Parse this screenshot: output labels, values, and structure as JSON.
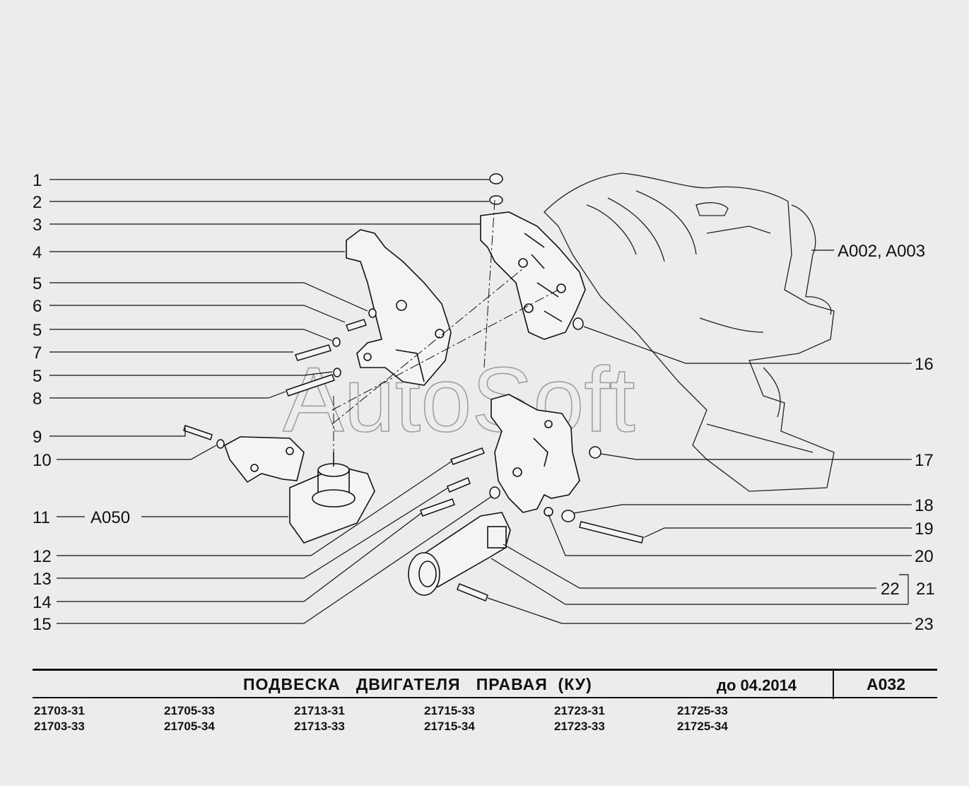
{
  "callouts_left": [
    "1",
    "2",
    "3",
    "4",
    "5",
    "6",
    "5",
    "7",
    "5",
    "8",
    "9",
    "10",
    "11",
    "12",
    "13",
    "14",
    "15"
  ],
  "callouts_right": [
    "16",
    "17",
    "18",
    "19",
    "20",
    "22",
    "21",
    "23"
  ],
  "refs": {
    "engine": "A002, A003",
    "mount_ref": "A050"
  },
  "watermark": "AutoSoft",
  "title": {
    "name": "ПОДВЕСКА   ДВИГАТЕЛЯ   ПРАВАЯ  (КУ)",
    "date": "до 04.2014",
    "code": "A032"
  },
  "models": [
    [
      "21703-31",
      "21703-33"
    ],
    [
      "21705-33",
      "21705-34"
    ],
    [
      "21713-31",
      "21713-33"
    ],
    [
      "21715-33",
      "21715-34"
    ],
    [
      "21723-31",
      "21723-33"
    ],
    [
      "21725-33",
      "21725-34"
    ]
  ],
  "colors": {
    "background": "#ececec",
    "ink": "#111111"
  }
}
